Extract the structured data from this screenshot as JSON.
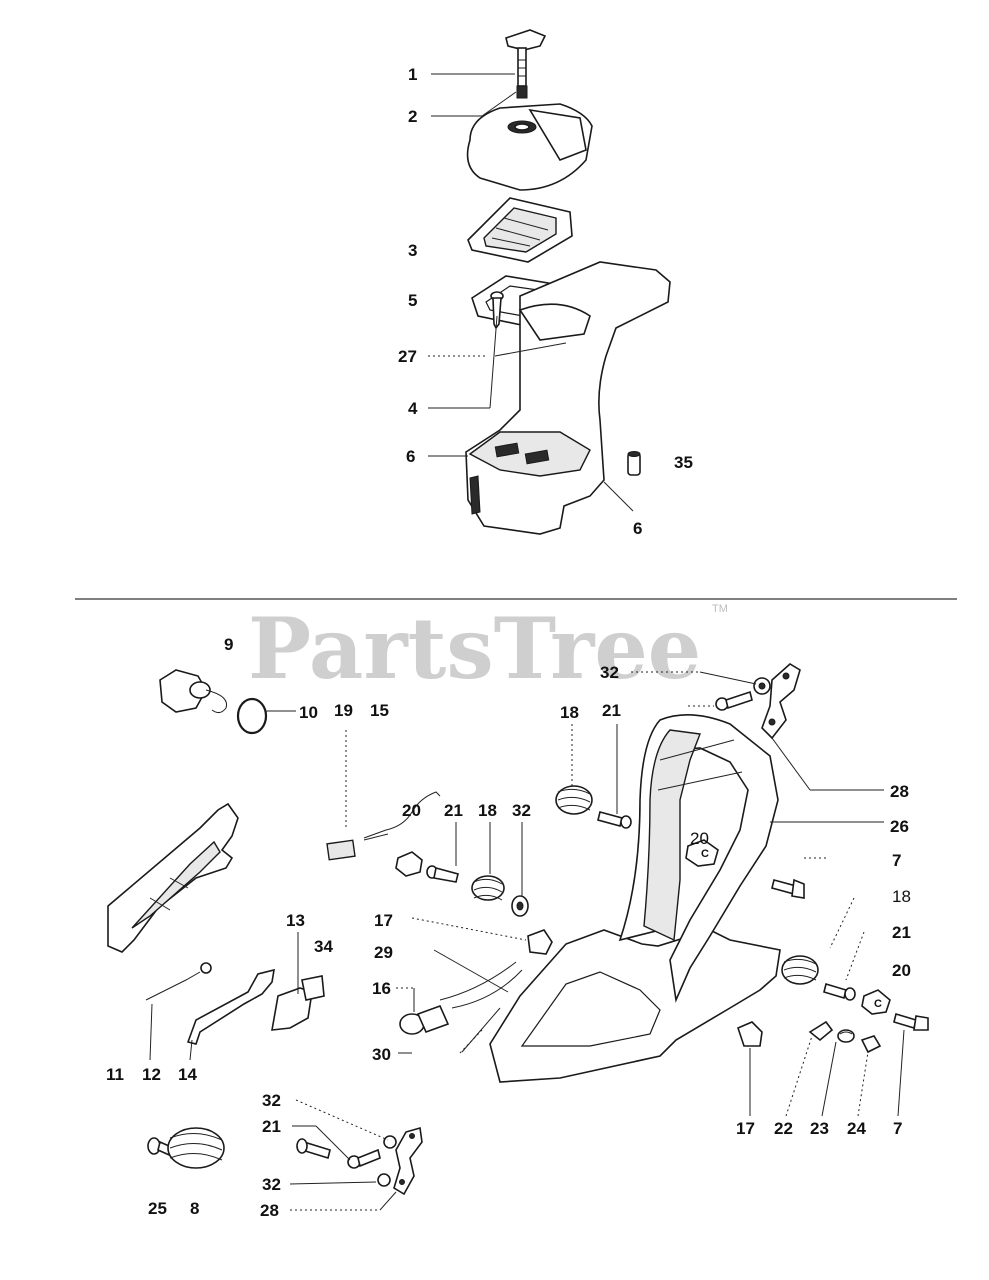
{
  "watermark": {
    "text": "PartsTree",
    "tm": "TM"
  },
  "callouts": {
    "c1": "1",
    "c2": "2",
    "c3": "3",
    "c5": "5",
    "c27": "27",
    "c4": "4",
    "c6a": "6",
    "c6b": "6",
    "c35": "35",
    "c9": "9",
    "c10": "10",
    "c19": "19",
    "c15": "15",
    "c32a": "32",
    "c18a": "18",
    "c21a": "21",
    "c28a": "28",
    "c26": "26",
    "c20a": "20",
    "c21b": "21",
    "c18b": "18",
    "c32b": "32",
    "c20b": "20",
    "c7a": "7",
    "c18c": "18",
    "c21c": "21",
    "c20c": "20",
    "c17a": "17",
    "c29": "29",
    "c16": "16",
    "c30": "30",
    "c13": "13",
    "c34": "34",
    "c11": "11",
    "c12": "12",
    "c14": "14",
    "c17b": "17",
    "c22": "22",
    "c23": "23",
    "c24": "24",
    "c7b": "7",
    "c32c": "32",
    "c21d": "21",
    "c32d": "32",
    "c25": "25",
    "c8": "8",
    "c28b": "28"
  }
}
